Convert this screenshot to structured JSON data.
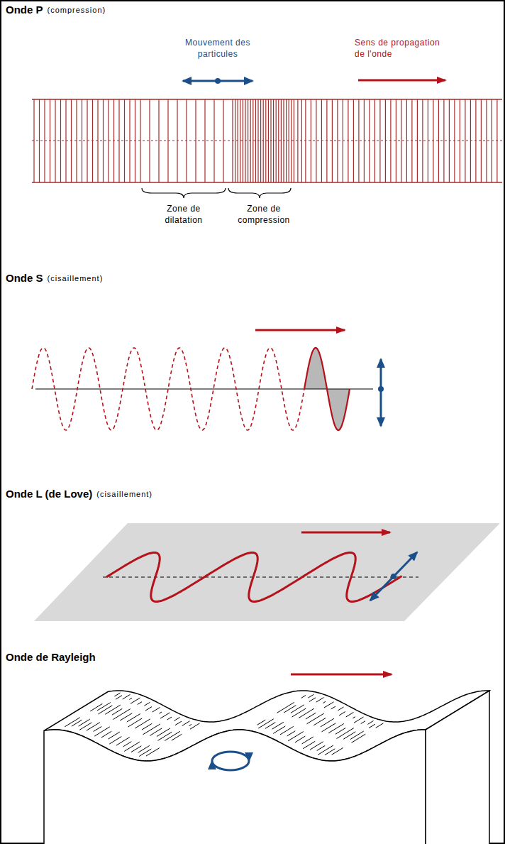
{
  "diagram": {
    "labels": [
      "Onde P",
      "(compression)",
      "Mouvement des particules",
      "Sens de propagation de l'onde",
      "Zone de dilatation",
      "Zone de compression",
      "Onde S",
      "(cisaillement)",
      "Onde L (de Love)",
      "(cisaillement)",
      "Onde de Rayleigh"
    ]
  }
}
